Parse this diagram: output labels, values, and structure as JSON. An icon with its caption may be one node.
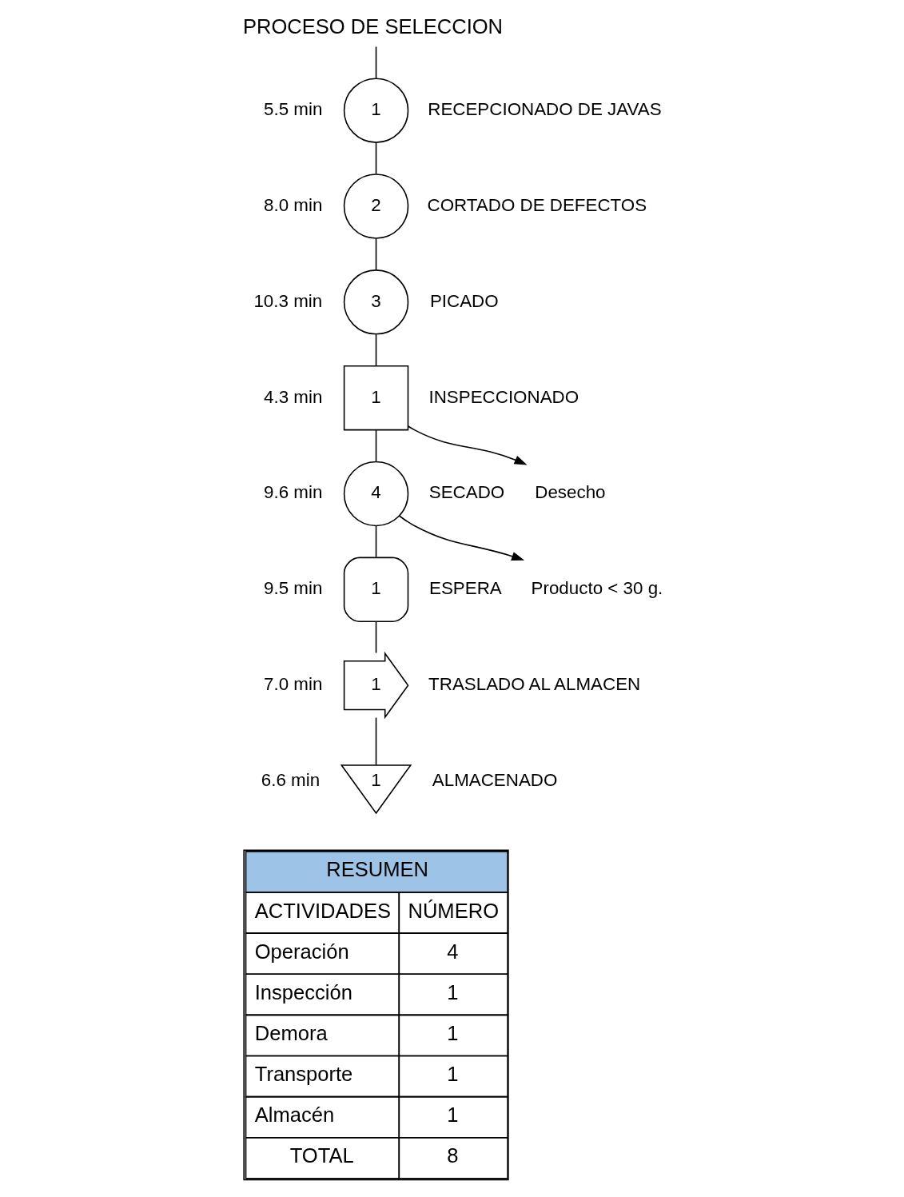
{
  "diagram": {
    "title": "PROCESO DE SELECCION",
    "nodes": [
      {
        "text": [
          "1"
        ],
        "beside": [
          "5.5 min",
          "RECEPCIONADO DE JAVAS"
        ]
      },
      {
        "text": [
          "2"
        ],
        "beside": [
          "8.0 min",
          "CORTADO DE DEFECTOS"
        ]
      },
      {
        "text": [
          "3"
        ],
        "beside": [
          "10.3 min",
          "PICADO"
        ]
      },
      {
        "text": [
          "1"
        ],
        "beside": [
          "4.3 min",
          "INSPECCIONADO"
        ]
      },
      {
        "text": [
          "Desecho"
        ]
      },
      {
        "text": [
          "4"
        ],
        "beside": [
          "9.6 min",
          "SECADO"
        ]
      },
      {
        "text": [
          "Producto < 30 g."
        ]
      },
      {
        "text": [
          "1"
        ],
        "beside": [
          "9.5 min",
          "ESPERA"
        ]
      },
      {
        "text": [
          "1"
        ],
        "beside": [
          "7.0 min",
          "TRASLADO AL ALMACEN"
        ]
      },
      {
        "text": [
          "1"
        ],
        "beside": [
          "6.6 min",
          "ALMACENADO"
        ]
      }
    ],
    "edges": [
      {
        "from": null,
        "to": 0,
        "arrow": "none"
      },
      {
        "from": 0,
        "to": 1,
        "arrow": "none"
      },
      {
        "from": 1,
        "to": 2,
        "arrow": "none"
      },
      {
        "from": 2,
        "to": 3,
        "arrow": "none"
      },
      {
        "from": 3,
        "to": 4,
        "arrow": "to"
      },
      {
        "from": 3,
        "to": 5,
        "arrow": "none"
      },
      {
        "from": 5,
        "to": 6,
        "arrow": "to"
      },
      {
        "from": 5,
        "to": 7,
        "arrow": "none"
      },
      {
        "from": 7,
        "to": 8,
        "arrow": "none"
      },
      {
        "from": 8,
        "to": 9,
        "arrow": "none"
      }
    ],
    "labels": [
      "RESUMEN",
      "ACTIVIDADES",
      "NÚMERO",
      "Operación",
      "4",
      "Inspección",
      "1",
      "Demora",
      "1",
      "Transporte",
      "1",
      "Almacén",
      "1",
      "TOTAL",
      "8"
    ]
  }
}
